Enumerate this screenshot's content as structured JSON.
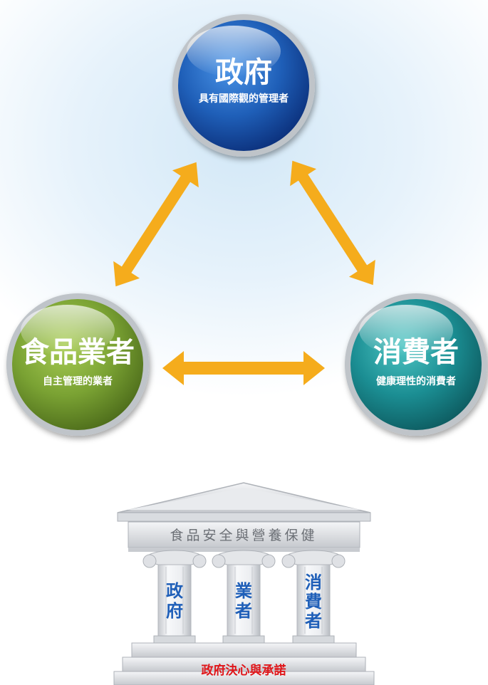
{
  "nodes": {
    "government": {
      "title": "政府",
      "subtitle": "具有國際觀的管理者",
      "color": "#1f5fb8"
    },
    "industry": {
      "title": "食品業者",
      "subtitle": "自主管理的業者",
      "color": "#7aa233"
    },
    "consumer": {
      "title": "消費者",
      "subtitle": "健康理性的消費者",
      "color": "#1b8e93"
    }
  },
  "arrow_color": "#f5ac1c",
  "temple": {
    "banner": "食品安全與營養保健",
    "pillars": [
      "政府",
      "業者",
      "消費者"
    ],
    "foundation": "政府決心與承諾",
    "pillar_text_color": "#1f5fb8",
    "foundation_text_color": "#e0161a"
  }
}
